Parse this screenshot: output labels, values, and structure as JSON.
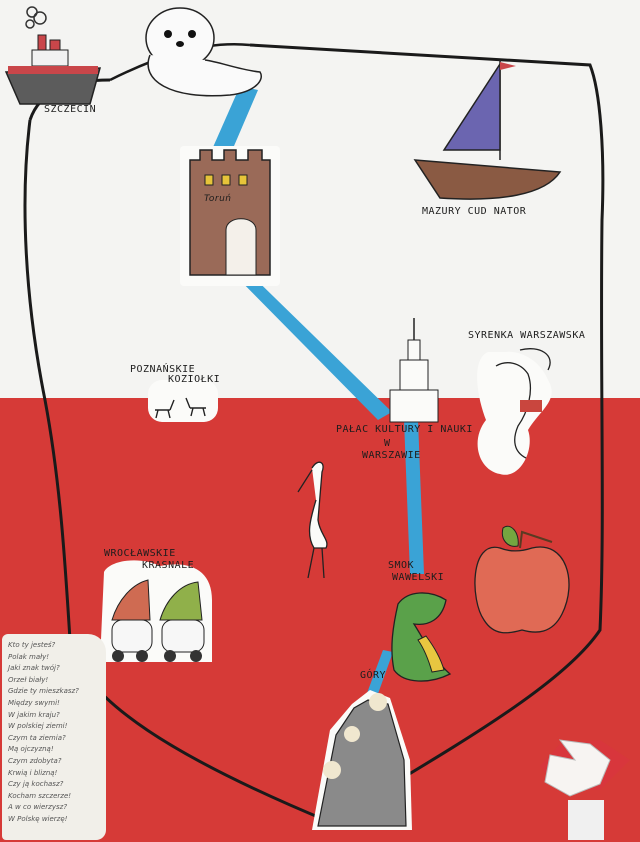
{
  "labels": {
    "szczecin": "SZCZECIN",
    "torun": "Toruń",
    "mazury": "MAZURY CUD NATOR",
    "poznan_line1": "POZNAŃSKIE",
    "poznan_line2": "KOZIOŁKI",
    "syrenka": "SYRENKA WARSZAWSKA",
    "palac_line1": "PAŁAC KULTURY I NAUKI",
    "palac_line2": "W",
    "palac_line3": "WARSZAWIE",
    "wroclaw_line1": "WROCŁAWSKIE",
    "wroclaw_line2": "KRASNALE",
    "smok_line1": "SMOK",
    "smok_line2": "WAWELSKI",
    "gory": "GÓRY"
  },
  "poem": [
    "Kto ty jesteś?",
    "Polak mały!",
    "Jaki znak twój?",
    "Orzeł biały!",
    "Gdzie ty mieszkasz?",
    "Między swymi!",
    "W jakim kraju?",
    "W polskiej ziemi!",
    "Czym ta ziemia?",
    "Mą ojczyzną!",
    "Czym zdobyta?",
    "Krwią i blizną!",
    "Czy ją kochasz?",
    "Kocham szczerze!",
    "A w co wierzysz?",
    "W Polskę wierzę!"
  ],
  "colors": {
    "white_field": "#f4f4f2",
    "red_field": "#d63a37",
    "river": "#3aa3d6",
    "outline": "#1a1a1a"
  }
}
